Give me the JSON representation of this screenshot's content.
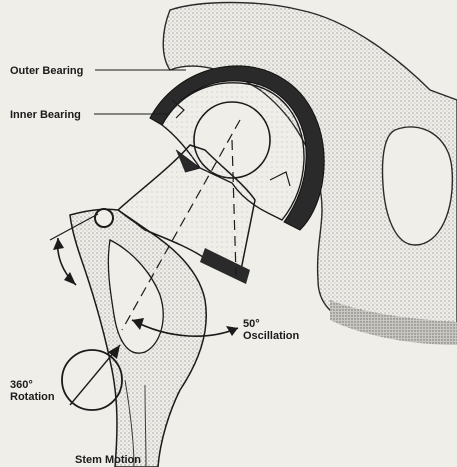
{
  "figure": {
    "labels": {
      "outer_bearing": "Outer Bearing",
      "inner_bearing": "Inner Bearing",
      "oscillation": [
        "50°",
        "Oscillation"
      ],
      "rotation": [
        "360°",
        "Rotation"
      ],
      "stem_motion": "Stem Motion"
    }
  },
  "colors": {
    "background": "#f0eee9",
    "ink": "#1b1b1b",
    "stipple": "#8a8a8a"
  }
}
